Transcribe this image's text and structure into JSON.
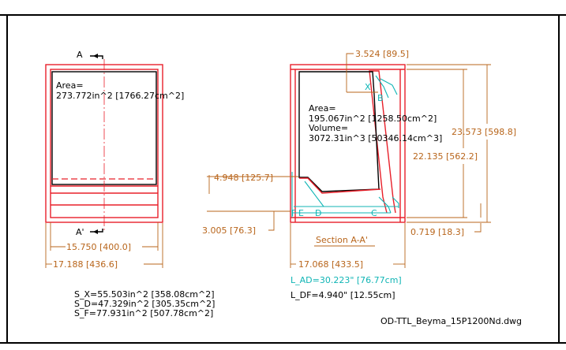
{
  "colors": {
    "outline": "#e8202a",
    "dimension": "#b8651b",
    "path": "#10b5b5",
    "text": "#000000"
  },
  "left_view": {
    "section_mark_top": "A",
    "section_mark_bottom": "A'",
    "area_label": "Area=",
    "area_value": "273.772in^2  [1766.27cm^2]",
    "dim_inner_width": "15.750 [400.0]",
    "dim_outer_width": "17.188 [436.6]"
  },
  "right_view": {
    "dim_top": "3.524 [89.5]",
    "label_x": "X",
    "label_b": "B",
    "area_label": "Area=",
    "area_value": "195.067in^2   [1258.50cm^2]",
    "volume_label": "Volume=",
    "volume_value": "3072.31in^3    [50346.14cm^3]",
    "dim_outer_height": "23.573 [598.8]",
    "dim_inner_height": "22.135 [562.2]",
    "dim_port_upper": "4.948 [125.7]",
    "dim_port_lower": "3.005 [76.3]",
    "dim_bottom_right": "0.719 [18.3]",
    "label_f": "F",
    "label_e": "E",
    "label_d": "D",
    "label_c": "C",
    "section_title": "Section A-A'",
    "dim_width": "17.068 [433.5]",
    "path_ad": "L_AD=30.223\" [76.77cm]",
    "path_df": "L_DF=4.940\" [12.55cm]"
  },
  "areas": {
    "s_x": "S_X=55.503in^2  [358.08cm^2]",
    "s_d": "S_D=47.329in^2  [305.35cm^2]",
    "s_f": "S_F=77.931in^2  [507.78cm^2]"
  },
  "filename": "OD-TTL_Beyma_15P1200Nd.dwg"
}
